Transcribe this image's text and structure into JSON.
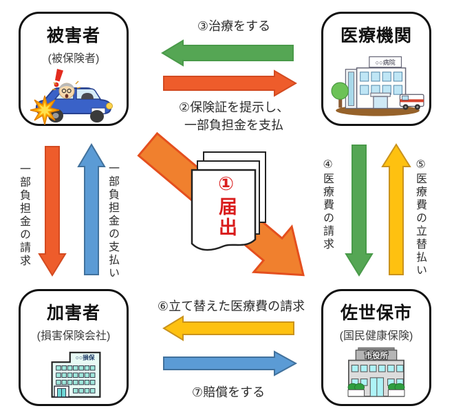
{
  "page": {
    "background": "#ffffff"
  },
  "nodes": {
    "victim": {
      "title": "被害者",
      "subtitle": "(被保険者)",
      "illustration": "car-accident"
    },
    "hospital": {
      "title": "医療機関",
      "sign": "○○病院",
      "illustration": "hospital-building"
    },
    "perpetrator": {
      "title": "加害者",
      "subtitle": "(損害保険会社)",
      "sign": "○○損保",
      "illustration": "insurance-company-building"
    },
    "city": {
      "title": "佐世保市",
      "subtitle": "(国民健康保険)",
      "sign": "市役所",
      "illustration": "city-hall-building"
    }
  },
  "arrows": {
    "treatment": {
      "label": "③治療をする",
      "color": "#55a654",
      "direction": "left"
    },
    "present_card": {
      "lines": [
        "②保険証を提示し、",
        "一部負担金を支払"
      ],
      "color": "#ee5c2b",
      "direction": "right"
    },
    "report": {
      "label": "①届出",
      "color": "#f0802e",
      "text_color": "#d91c1c",
      "direction": "diagonal-down-right"
    },
    "copay_claim": {
      "label": "一部負担金の請求",
      "color": "#ee5c2b",
      "direction": "down"
    },
    "copay_payment": {
      "label": "一部負担金の支払い",
      "color": "#5b9bd5",
      "direction": "up"
    },
    "medical_fee_claim": {
      "label": "④医療費の請求",
      "color": "#55a654",
      "direction": "down"
    },
    "medical_fee_advance": {
      "label": "⑤医療費の立替払い",
      "color": "#fec110",
      "direction": "up"
    },
    "advanced_fee_claim": {
      "label": "⑥立て替えた医療費の請求",
      "color": "#fec110",
      "direction": "left"
    },
    "compensation": {
      "label": "⑦賠償をする",
      "color": "#5b9bd5",
      "direction": "right"
    }
  }
}
